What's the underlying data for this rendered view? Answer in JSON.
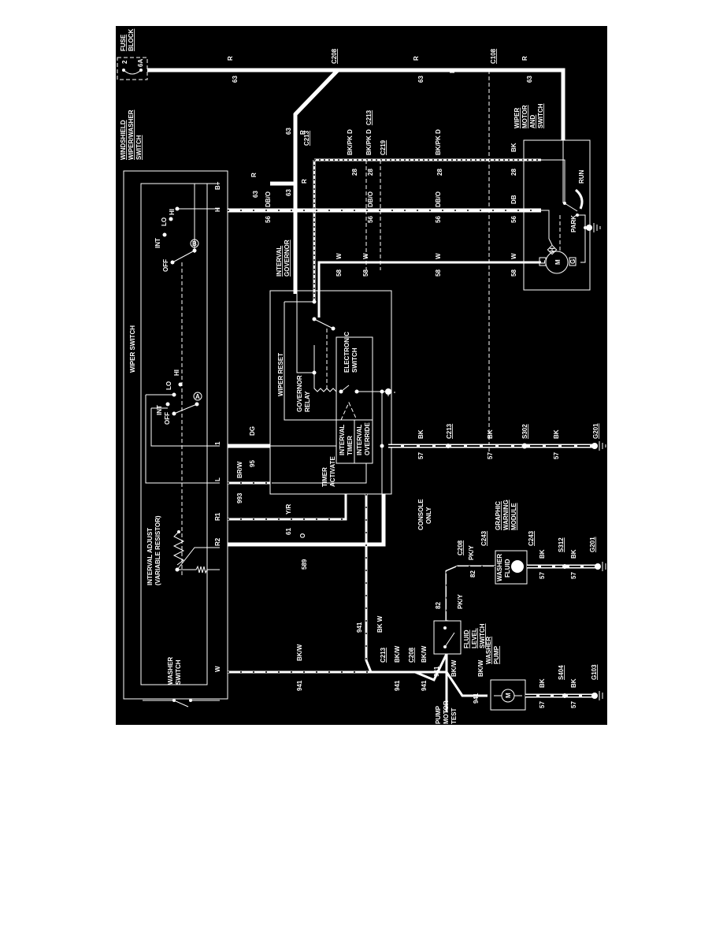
{
  "diagram": {
    "orientation": "rotated 90 degrees clockwise",
    "components": {
      "fuse_block": {
        "title1": "FUSE",
        "title2": "BLOCK",
        "pin": "2",
        "rating": "6A"
      },
      "windshield_switch": {
        "title1": "WINDSHIELD",
        "title2": "WIPER/WASHER",
        "title3": "SWITCH"
      },
      "wiper_switch": {
        "label": "WIPER SWITCH",
        "positions_a": [
          "OFF",
          "INT",
          "LO",
          "HI"
        ],
        "positions_b": [
          "OFF",
          "INT",
          "LO",
          "HI"
        ],
        "marker_a": "A",
        "marker_b": "B"
      },
      "interval_adjust": {
        "line1": "INTERVAL ADJUST",
        "line2": "(VARIABLE RESISTOR)"
      },
      "washer_switch": {
        "line1": "WASHER",
        "line2": "SWITCH"
      },
      "interval_governor": {
        "title1": "INTERVAL",
        "title2": "GOVERNOR",
        "wiper_reset": "WIPER RESET",
        "relay1": "GOVERNOR",
        "relay2": "RELAY",
        "esw1": "ELECTRONIC",
        "esw2": "SWITCH",
        "timer1": "INTERVAL",
        "timer2": "TIMER",
        "override1": "INTERVAL",
        "override2": "OVERRIDE",
        "activate1": "TIMER",
        "activate2": "ACTIVATE"
      },
      "wiper_motor": {
        "title1": "WIPER",
        "title2": "MOTOR",
        "title3": "AND",
        "title4": "SWITCH",
        "run": "RUN",
        "park": "PARK",
        "motor": "M",
        "terminal_l": "L",
        "terminal_h": "H",
        "terminal_g": "G"
      },
      "console": {
        "line1": "CONSOLE",
        "line2": "ONLY"
      },
      "graphic_module": {
        "title1": "GRAPHIC",
        "title2": "WARNING",
        "title3": "MODULE",
        "inner1": "WASHER",
        "inner2": "FLUID"
      },
      "fluid_level_switch": {
        "title1": "FLUID",
        "title2": "LEVEL",
        "title3": "SWITCH"
      },
      "washer_pump": {
        "title1": "WASHER",
        "title2": "PUMP",
        "motor": "M"
      },
      "pump_motor_test": {
        "line1": "PUMP",
        "line2": "MOTOR",
        "line3": "TEST"
      }
    },
    "switch_pins": {
      "b_plus": "B+",
      "h": "H",
      "one": "1",
      "l": "L",
      "r1": "R1",
      "r2": "R2",
      "w": "W"
    },
    "connectors": {
      "c208_top": "C208",
      "c108": "C108",
      "c213_top": "C213",
      "c213_mid": "C213",
      "c219": "C219",
      "c213_ground": "C213",
      "s302": "S302",
      "g201": "G201",
      "c208_pk": "C208",
      "c243_a": "C243",
      "c243_b": "C243",
      "s312": "S312",
      "g201_b": "G201",
      "c213_washer": "C213",
      "c208_washer": "C208",
      "s404": "S404",
      "g103": "G103"
    },
    "wires": {
      "r": "R",
      "n63": "63",
      "bkpkd": "BK/PK D",
      "n28": "28",
      "bk_short": "BK",
      "dbo": "DB/O",
      "n56": "56",
      "db": "DB",
      "w": "W",
      "n58": "58",
      "dg": "DG",
      "n95": "95",
      "brw": "BR/W",
      "n993": "993",
      "yr": "Y/R",
      "n61": "61",
      "o": "O",
      "n589": "589",
      "bk": "BK",
      "n57": "57",
      "bkw": "BK/W",
      "n941": "941",
      "bkw2": "BK W",
      "pky": "PK/Y",
      "n82": "82"
    }
  }
}
